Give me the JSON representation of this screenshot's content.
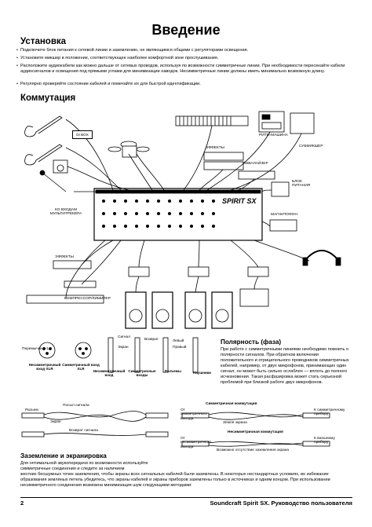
{
  "page": {
    "title": "Введение",
    "footer_left": "2",
    "footer_right": "Soundcraft Spirit SX. Руководство пользователя"
  },
  "install": {
    "heading": "Установка",
    "bullets": [
      "Подключите блок питания к сетевой линии и заземлению, не являющимся общими с регуляторами освещения.",
      "Установите микшер в положение, соответствующее наиболее комфортной зоне прослушивания.",
      "Расположите аудиокабели как можно дальше от сетевых проводов, используя по возможности симметричные линии. При необходимости пересекайте кабели аудиосигналов и освещения под прямыми углами для минимизации наводок. Несимметричные линии должны иметь минимально возможную длину.",
      "Регулярно проверяйте состояние кабелей и помечайте их для быстрой идентификации."
    ]
  },
  "commut": {
    "heading": "Коммутация",
    "labels": {
      "di_box": "DI BOX",
      "rhythm": "РИТМ-МАШИНА",
      "sub_mixer": "СУБМИКШЕР",
      "effects_top": "ЭФФЕКТЫ",
      "equalizer": "ЭКВАЛАЙЗЕР",
      "psu": "БЛОК ПИТАНИЯ",
      "to_multitrack": "КО ВХОДАМ МУЛЬТИТРЕКЕРА",
      "tape": "МАГНИТОФОН",
      "effects_left": "ЭФФЕКТЫ",
      "compressor": "КОМПРЕССОР/ЛИМИТЕР",
      "spirit_logo": "SPIRIT SX",
      "mixer_logo": "SPIRIT SX"
    }
  },
  "connectors": {
    "jumper": "Перемычка 3-1",
    "xlr_sym": "Несимметричный вход XLR",
    "xlr_sym2": "Симметричный вход XLR",
    "screen": "Экран",
    "tip": "Сигнал",
    "ring": "Возврат",
    "asym_in": "Несимметричный вход",
    "sym_in": "Симметричные входы",
    "jacks": "Разъемы",
    "headphones": "Наушники",
    "left": "Левый",
    "right": "Правый"
  },
  "polarity": {
    "heading": "Полярность (фаза)",
    "text": "При работе с симметричными линиями необходимо помнить о полярности сигналов. При обратном включении положительного и отрицательного проводников симметричных кабелей, например, от двух микрофонов, принимающих один сигнал, он может быть сильно ослаблен — вплоть до полного исчезновения. Такая расфазировка может стать серьезной проблемой при близкой работе двух микрофонов."
  },
  "wiring": {
    "sym_commut": "Симметричная коммутация",
    "asym_commut": "Несимметричная коммутация",
    "signal_send": "Посыл сигнала",
    "signal_return": "Возврат сигнала",
    "plug": "Разъем",
    "screen": "Экран",
    "from_sym": "От симметричного выхода",
    "from_asym": "От несимметричного выхода",
    "to_sym": "К симметричному прибору",
    "to_device": "К внешнему прибору",
    "ground_screen": "Земля экрана",
    "screen_link": "Возможно отсутствие заземления экрана"
  },
  "grounding": {
    "heading": "Заземление и экранировка",
    "text_narrow": "Для оптимальной звукопередачи по возможности используйте симметричные соединения и следите за наличием",
    "text_wide": "жестких бесшумных точек заземления, чтобы экраны всех сигнальных кабелей были заземлены. В некоторых нестандартных условиях, во избежание образования земляных петель убедитесь, что экраны кабелей и экраны приборов заземлены только в источниках и одним концом. При использовании несимметричного соединения возможна минимизация шум следующими методами:"
  },
  "colors": {
    "ink": "#000000",
    "paper": "#ffffff",
    "gray": "#777777"
  }
}
